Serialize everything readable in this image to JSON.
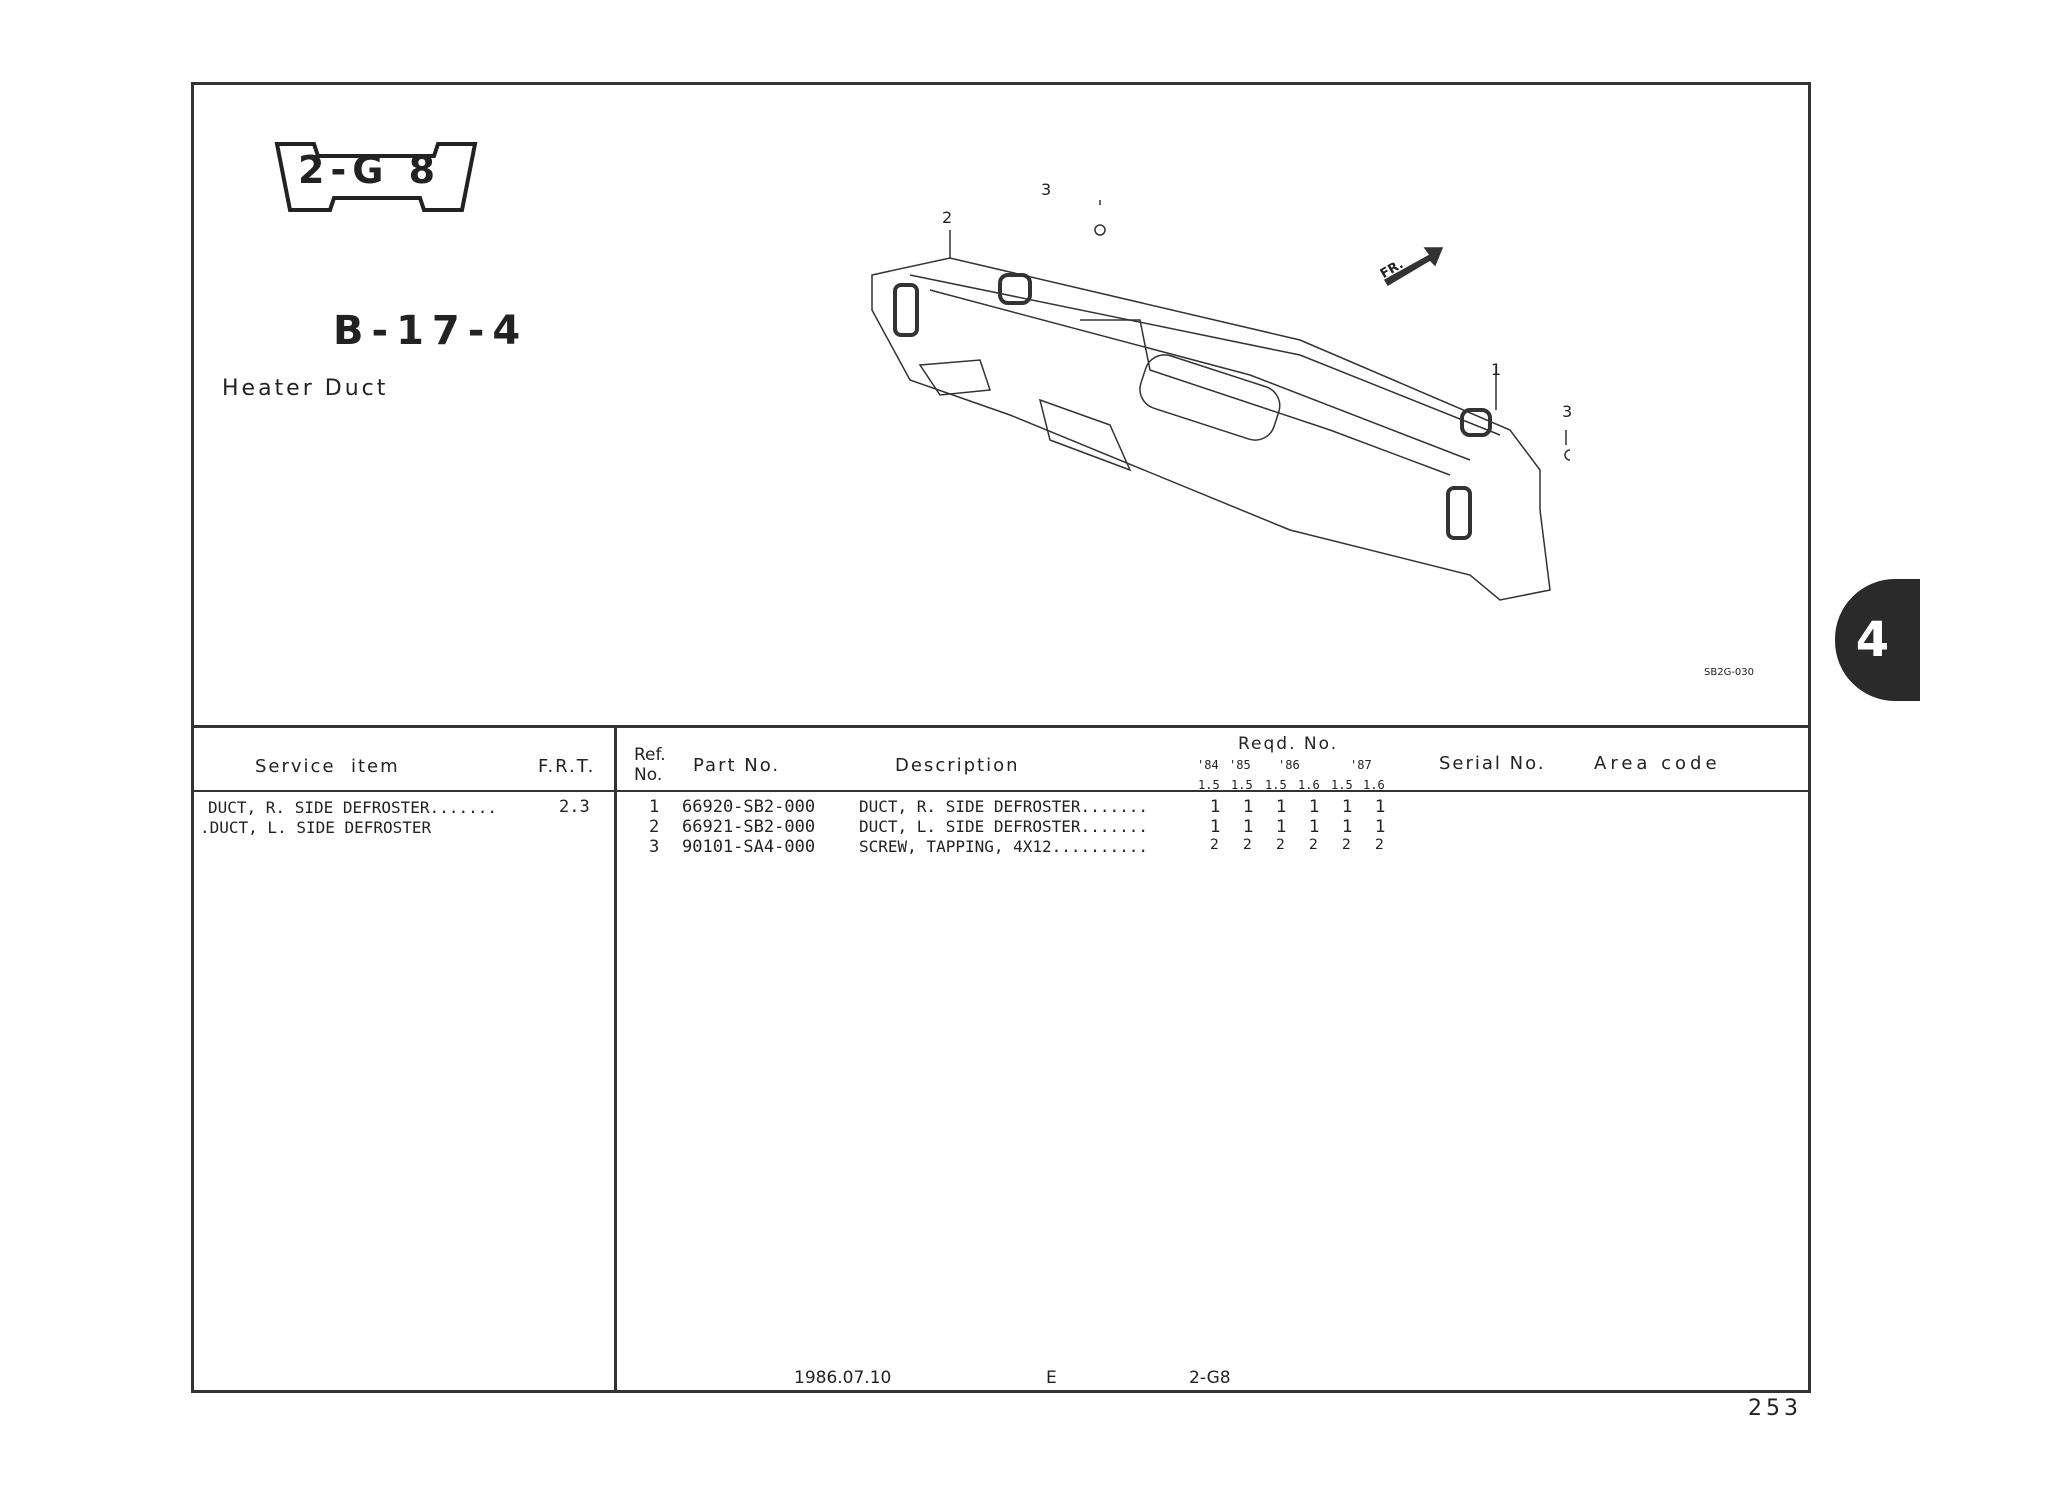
{
  "header": {
    "group_badge": "2-G 8",
    "section_code": "B-17-4",
    "section_title": "Heater Duct",
    "illustration_code": "SB2G-030",
    "direction_label": "FR.",
    "callouts": [
      "1",
      "2",
      "3",
      "3"
    ]
  },
  "table": {
    "headers": {
      "service_item": "Service  item",
      "frt": "F.R.T.",
      "ref_no_1": "Ref.",
      "ref_no_2": "No.",
      "part_no": "Part No.",
      "description": "Description",
      "reqd_no": "Reqd. No.",
      "years": [
        "'84",
        "'85",
        "'86",
        "'87"
      ],
      "engines": [
        "1.5",
        "1.5",
        "1.5",
        "1.6",
        "1.5",
        "1.6"
      ],
      "serial_no": "Serial No.",
      "area_code": "Area code"
    },
    "service_items": [
      {
        "name": "DUCT, R. SIDE DEFROSTER.......",
        "frt": "2.3"
      },
      {
        "name": ".DUCT, L. SIDE DEFROSTER",
        "frt": ""
      }
    ],
    "parts": [
      {
        "ref": "1",
        "part_no": "66920-SB2-000",
        "description": "DUCT, R. SIDE DEFROSTER.......",
        "qty": [
          "1",
          "1",
          "1",
          "1",
          "1",
          "1"
        ]
      },
      {
        "ref": "2",
        "part_no": "66921-SB2-000",
        "description": "DUCT, L. SIDE DEFROSTER.......",
        "qty": [
          "1",
          "1",
          "1",
          "1",
          "1",
          "1"
        ]
      },
      {
        "ref": "3",
        "part_no": "90101-SA4-000",
        "description": "SCREW, TAPPING, 4X12..........",
        "qty": [
          "2",
          "2",
          "2",
          "2",
          "2",
          "2"
        ]
      }
    ]
  },
  "footer": {
    "date": "1986.07.10",
    "edition": "E",
    "group": "2-G8"
  },
  "side_tab": "4",
  "page_number": "253"
}
